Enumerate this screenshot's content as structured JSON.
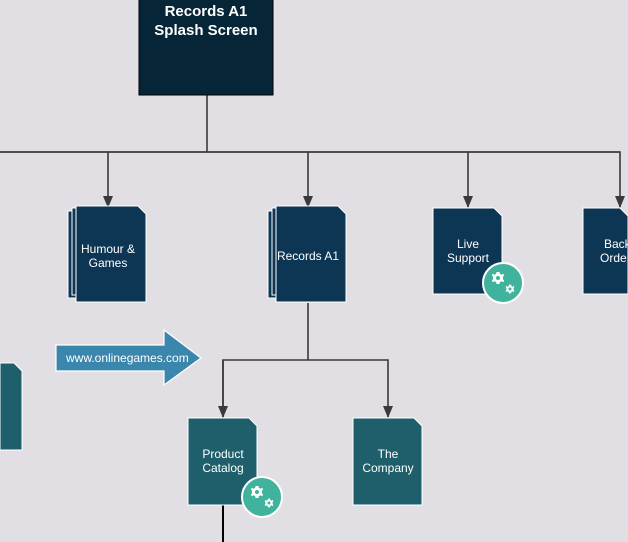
{
  "colors": {
    "background": "#e1dfe3",
    "dark_navy": "#062537",
    "doc_navy": "#0d3654",
    "doc_teal": "#1e5f6b",
    "gear_badge": "#3fb39b",
    "arrow_fill": "#3b86ad",
    "connector": "#3a3a3a"
  },
  "nodes": {
    "splash": {
      "line1": "Records A1",
      "line2": "Splash Screen"
    },
    "humour": {
      "line1": "Humour &",
      "line2": "Games"
    },
    "records": {
      "line1": "Records A1"
    },
    "live_support": {
      "line1": "Live",
      "line2": "Support",
      "icon": "gears-icon"
    },
    "back_orders": {
      "line1": "Back",
      "line2": "Orders"
    },
    "product_catalog": {
      "line1": "Product",
      "line2": "Catalog",
      "icon": "gears-icon"
    },
    "the_company": {
      "line1": "The",
      "line2": "Company"
    }
  },
  "callout": {
    "text": "www.onlinegames.com"
  }
}
